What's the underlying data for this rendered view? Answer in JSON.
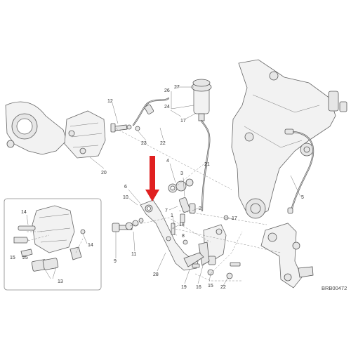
{
  "diagram": {
    "code": "BRB00472",
    "arrow_color": "#e02020",
    "callouts": [
      "27",
      "26",
      "12",
      "24",
      "22",
      "23",
      "17",
      "20",
      "4",
      "3",
      "21",
      "6",
      "10",
      "2",
      "7",
      "5",
      "1",
      "18",
      "8",
      "17",
      "9",
      "11",
      "28",
      "19",
      "16",
      "15",
      "22",
      "14",
      "14",
      "15",
      "25",
      "13"
    ]
  }
}
